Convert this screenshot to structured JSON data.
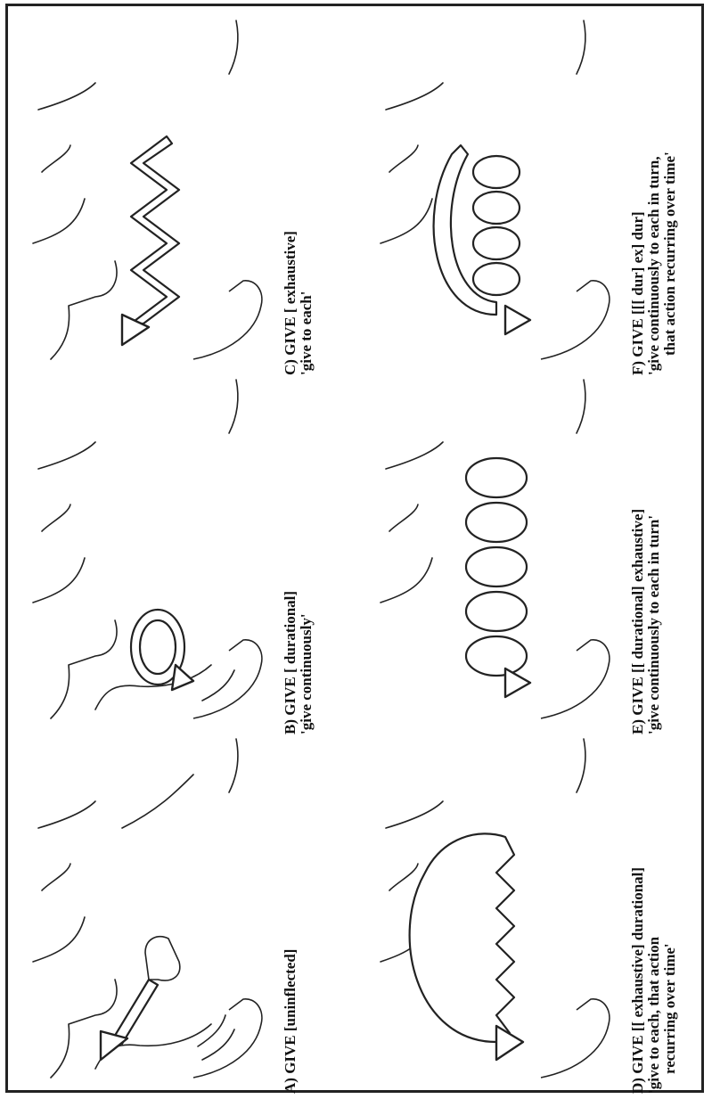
{
  "figure": {
    "panels": [
      {
        "id": "A",
        "title": "A) GIVE [uninflected]",
        "gloss": "",
        "gloss2": "",
        "movement_icon": "straight-arrow-icon"
      },
      {
        "id": "B",
        "title": "B) GIVE [ durational]",
        "gloss": "'give continuously'",
        "gloss2": "",
        "movement_icon": "circular-loop-arrow-icon"
      },
      {
        "id": "C",
        "title": "C) GIVE [ exhaustive]",
        "gloss": "'give to each'",
        "gloss2": "",
        "movement_icon": "zigzag-arrow-icon"
      },
      {
        "id": "D",
        "title": "D) GIVE [[ exhaustive]  durational]",
        "gloss": "'give to each, that action",
        "gloss2": "recurring over time'",
        "movement_icon": "arc-with-bumps-arrow-icon"
      },
      {
        "id": "E",
        "title": "E) GIVE [[ durational]  exhaustive]",
        "gloss": "'give continuously to each in turn'",
        "gloss2": "",
        "movement_icon": "coil-spiral-arrow-icon"
      },
      {
        "id": "F",
        "title": "F) GIVE [[[ dur]  ex]  dur]",
        "gloss": "'give continuously to each in turn,",
        "gloss2": "that action recurring over time'",
        "movement_icon": "looped-coil-arrow-icon"
      }
    ]
  }
}
